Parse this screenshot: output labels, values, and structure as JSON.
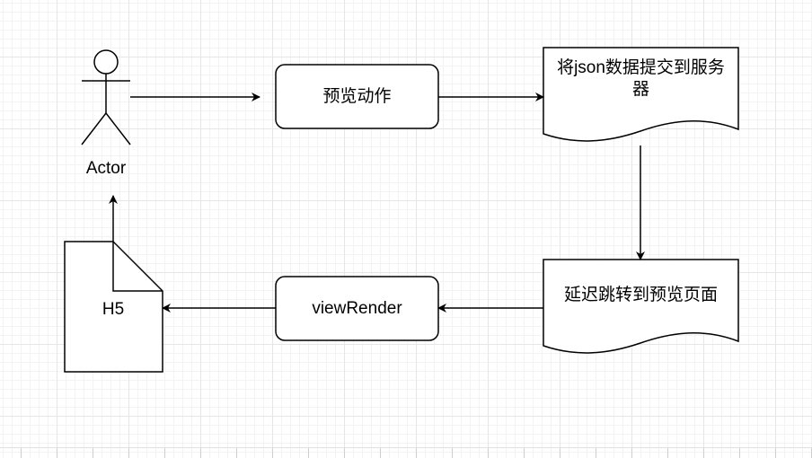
{
  "diagram": {
    "nodes": {
      "actor": {
        "label": "Actor"
      },
      "preview_action": {
        "label": "预览动作"
      },
      "submit_json": {
        "label": "将json数据提交到服务器"
      },
      "delay_redirect": {
        "label": "延迟跳转到预览页面"
      },
      "view_render": {
        "label": "viewRender"
      },
      "h5": {
        "label": "H5"
      }
    },
    "edges": [
      {
        "from": "actor",
        "to": "preview_action"
      },
      {
        "from": "preview_action",
        "to": "submit_json"
      },
      {
        "from": "submit_json",
        "to": "delay_redirect"
      },
      {
        "from": "delay_redirect",
        "to": "view_render"
      },
      {
        "from": "view_render",
        "to": "h5"
      },
      {
        "from": "h5",
        "to": "actor"
      }
    ]
  }
}
